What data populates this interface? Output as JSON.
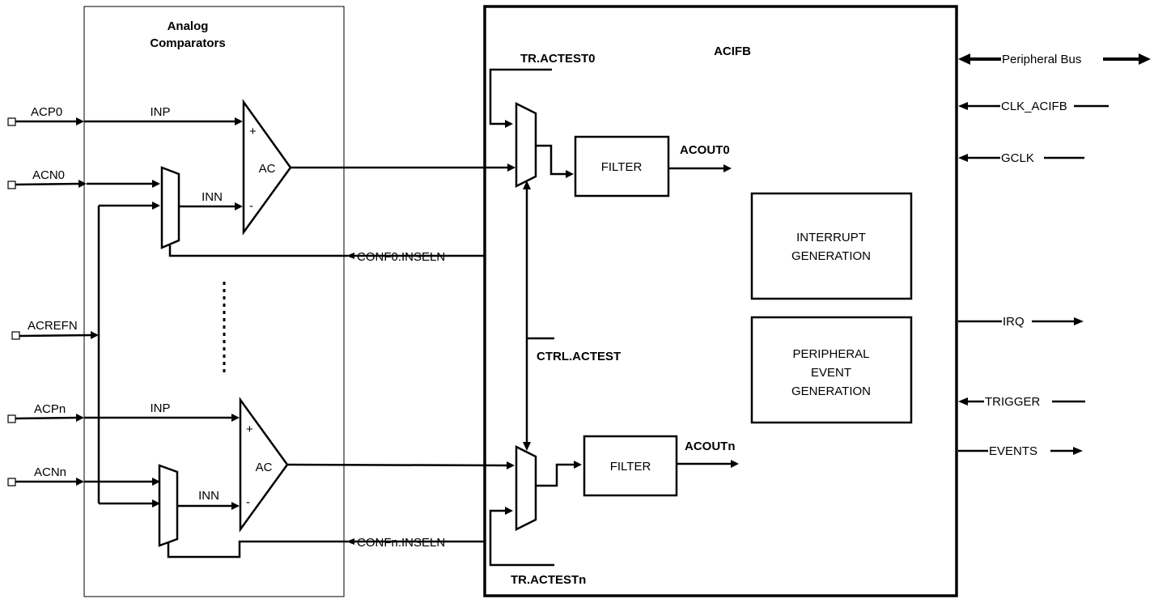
{
  "analog_block": {
    "title_line1": "Analog",
    "title_line2": "Comparators"
  },
  "acifb_block": {
    "title": "ACIFB"
  },
  "pins": {
    "acp0": "ACP0",
    "acn0": "ACN0",
    "acrefn": "ACREFN",
    "acpn": "ACPn",
    "acnn": "ACNn"
  },
  "comparator0": {
    "label": "AC",
    "plus": "+",
    "minus": "-",
    "inp": "INP",
    "inn": "INN"
  },
  "comparatorn": {
    "label": "AC",
    "plus": "+",
    "minus": "-",
    "inp": "INP",
    "inn": "INN"
  },
  "signals": {
    "conf0": "CONF0.INSELN",
    "confn": "CONFn.INSELN",
    "tr_actest0": "TR.ACTEST0",
    "tr_actestn": "TR.ACTESTn",
    "ctrl_actest": "CTRL.ACTEST",
    "acout0": "ACOUT0",
    "acoutn": "ACOUTn"
  },
  "filters": {
    "filter0": "FILTER",
    "filtern": "FILTER"
  },
  "interrupt_box": {
    "line1": "INTERRUPT",
    "line2": "GENERATION"
  },
  "event_box": {
    "line1": "PERIPHERAL",
    "line2": "EVENT",
    "line3": "GENERATION"
  },
  "ports": {
    "peripheral_bus": "Peripheral Bus",
    "clk_acifb": "CLK_ACIFB",
    "gclk": "GCLK",
    "irq": "IRQ",
    "trigger": "TRIGGER",
    "events": "EVENTS"
  }
}
